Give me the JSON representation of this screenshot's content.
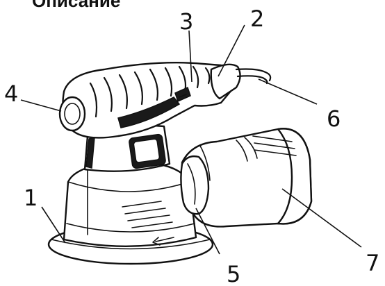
{
  "heading": "Описание",
  "callouts": [
    {
      "id": "1",
      "label": "1"
    },
    {
      "id": "2",
      "label": "2"
    },
    {
      "id": "3",
      "label": "3"
    },
    {
      "id": "4",
      "label": "4"
    },
    {
      "id": "5",
      "label": "5"
    },
    {
      "id": "6",
      "label": "6"
    },
    {
      "id": "7",
      "label": "7"
    }
  ]
}
